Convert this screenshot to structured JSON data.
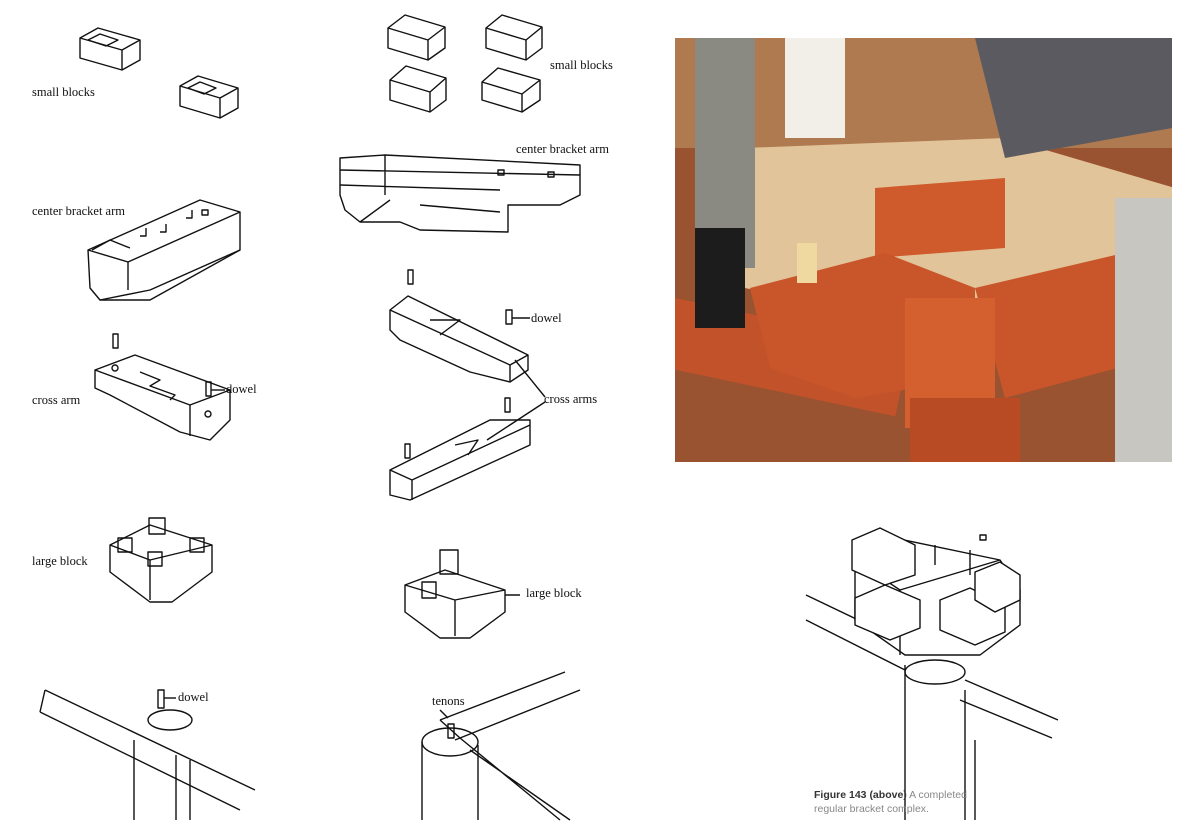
{
  "labels": {
    "left_small_blocks": "small blocks",
    "left_center_bracket_arm": "center bracket arm",
    "left_cross_arm": "cross arm",
    "left_dowel": "dowel",
    "left_large_block": "large block",
    "left_bottom_dowel": "dowel",
    "mid_small_blocks": "small blocks",
    "mid_center_bracket_arm": "center bracket arm",
    "mid_dowel": "dowel",
    "mid_cross_arms": "cross arms",
    "mid_large_block": "large block",
    "mid_tenons": "tenons"
  },
  "caption": {
    "figure": "Figure 143 (above)",
    "text": "A completed regular bracket complex."
  },
  "colors": {
    "wood_orange": "#c9562a",
    "wood_light": "#e8c9a0",
    "background": "#ffffff"
  }
}
